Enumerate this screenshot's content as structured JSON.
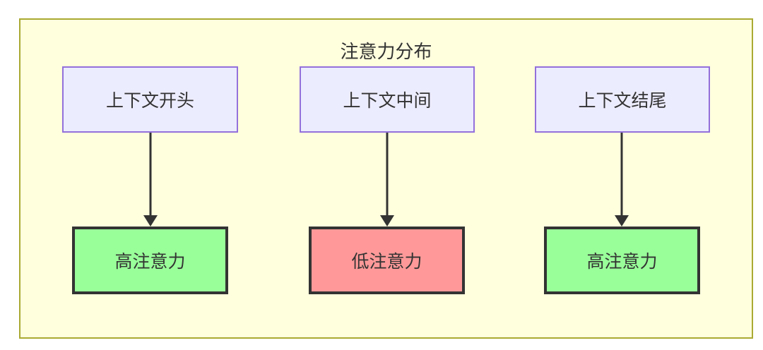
{
  "diagram": {
    "title": "注意力分布",
    "type": "flowchart",
    "colors": {
      "container_fill": "#ffffde",
      "container_border": "#aaaa33",
      "node_fill": "#ececff",
      "node_border": "#9370db",
      "high_fill": "#99ff99",
      "low_fill": "#ff9999",
      "result_border": "#333333",
      "arrow_color": "#333333",
      "text_color": "#333333"
    },
    "columns": [
      {
        "source": "上下文开头",
        "result": "高注意力",
        "level": "high"
      },
      {
        "source": "上下文中间",
        "result": "低注意力",
        "level": "low"
      },
      {
        "source": "上下文结尾",
        "result": "高注意力",
        "level": "high"
      }
    ]
  }
}
